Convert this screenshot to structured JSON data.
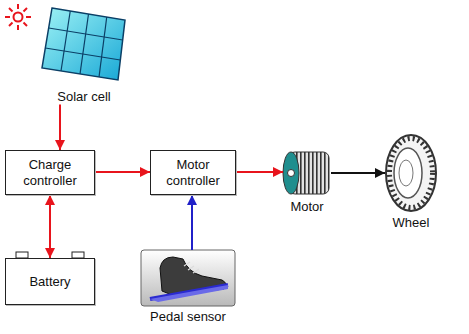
{
  "diagram": {
    "nodes": [
      {
        "text": [
          "Solar cell"
        ]
      },
      {
        "text": [
          "Charge controller"
        ]
      },
      {
        "text": [
          "Battery"
        ]
      },
      {
        "text": [
          "Motor controller"
        ]
      },
      {
        "text": [
          "Pedal sensor"
        ]
      },
      {
        "text": [
          "Motor"
        ]
      },
      {
        "text": [
          "Wheel"
        ]
      }
    ],
    "edges": [
      {
        "from": 0,
        "to": 1,
        "arrow": "to"
      },
      {
        "from": 1,
        "to": 2,
        "arrow": "both"
      },
      {
        "from": 1,
        "to": 3,
        "arrow": "to"
      },
      {
        "from": 4,
        "to": 3,
        "arrow": "to"
      },
      {
        "from": 3,
        "to": 5,
        "arrow": "to"
      },
      {
        "from": 5,
        "to": 6,
        "arrow": "to"
      }
    ]
  }
}
